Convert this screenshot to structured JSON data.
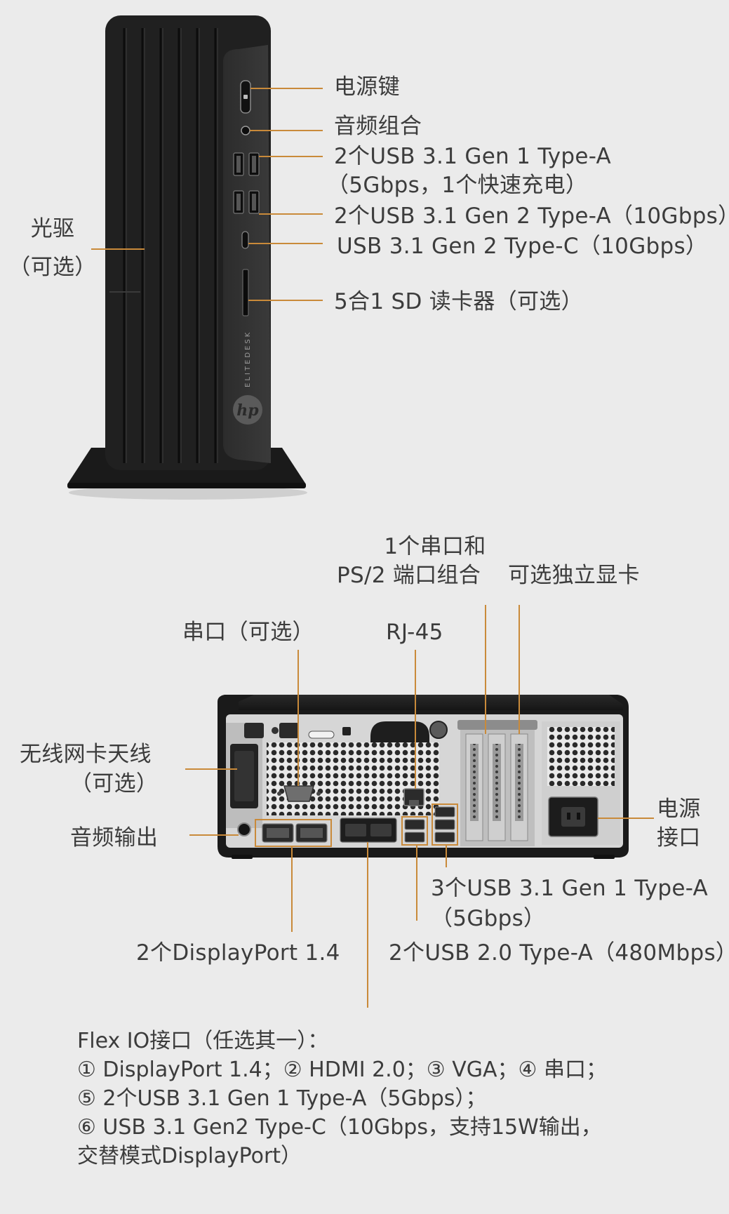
{
  "front": {
    "power_button": "电源键",
    "audio_combo": "音频组合",
    "usb_gen1_line1": "2个USB 3.1 Gen 1 Type-A",
    "usb_gen1_line2": "（5Gbps，1个快速充电）",
    "usb_gen2": "2个USB 3.1 Gen 2 Type-A（10Gbps）",
    "usb_c": "USB 3.1 Gen 2 Type-C（10Gbps）",
    "sd_reader": "5合1 SD 读卡器（可选）",
    "optical_line1": "光驱",
    "optical_line2": "（可选）",
    "brand_text": "ELITEDESK"
  },
  "rear": {
    "serial_ps2_line1": "1个串口和",
    "serial_ps2_line2": "PS/2 端口组合",
    "discrete_gpu": "可选独立显卡",
    "serial_optional": "串口（可选）",
    "rj45": "RJ-45",
    "wifi_line1": "无线网卡天线",
    "wifi_line2": "（可选）",
    "audio_out": "音频输出",
    "power_line1": "电源",
    "power_line2": "接口",
    "usb31_line1": "3个USB 3.1 Gen 1 Type-A",
    "usb31_line2": "（5Gbps）",
    "displayport": "2个DisplayPort  1.4",
    "usb20": "2个USB 2.0 Type-A（480Mbps）"
  },
  "flex_io": {
    "line1": "Flex IO接口（任选其一）：",
    "line2": "① DisplayPort 1.4；② HDMI 2.0；③ VGA；④ 串口；",
    "line3": "⑤ 2个USB 3.1 Gen 1 Type-A（5Gbps）；",
    "line4": "⑥ USB 3.1 Gen2 Type-C（10Gbps，支持15W输出，",
    "line5": "交替模式DisplayPort）"
  },
  "colors": {
    "background": "#ebebeb",
    "leader_line": "#c98a3a",
    "chassis": "#1c1c1c",
    "text": "#3c3c3c"
  }
}
